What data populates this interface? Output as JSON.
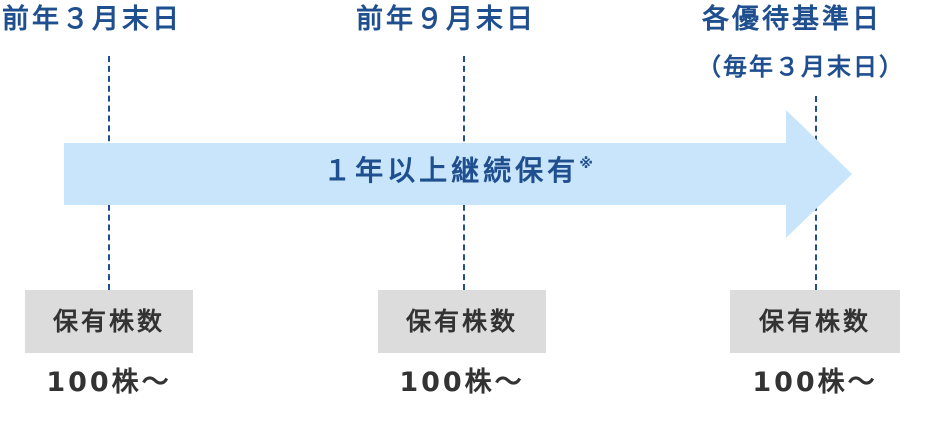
{
  "milestones": [
    {
      "label": "前年３月末日"
    },
    {
      "label": "前年９月末日"
    },
    {
      "label": "各優待基準日",
      "sublabel": "（毎年３月末日）"
    }
  ],
  "arrow": {
    "label": "１年以上継続保有",
    "note_mark": "※"
  },
  "holdings": [
    {
      "box_label": "保有株数",
      "amount": "100株～"
    },
    {
      "box_label": "保有株数",
      "amount": "100株～"
    },
    {
      "box_label": "保有株数",
      "amount": "100株～"
    }
  ],
  "colors": {
    "label_text": "#1f4f8f",
    "arrow_fill": "#c8e5fb",
    "box_fill": "#dcdcdc",
    "body_text": "#333333"
  }
}
